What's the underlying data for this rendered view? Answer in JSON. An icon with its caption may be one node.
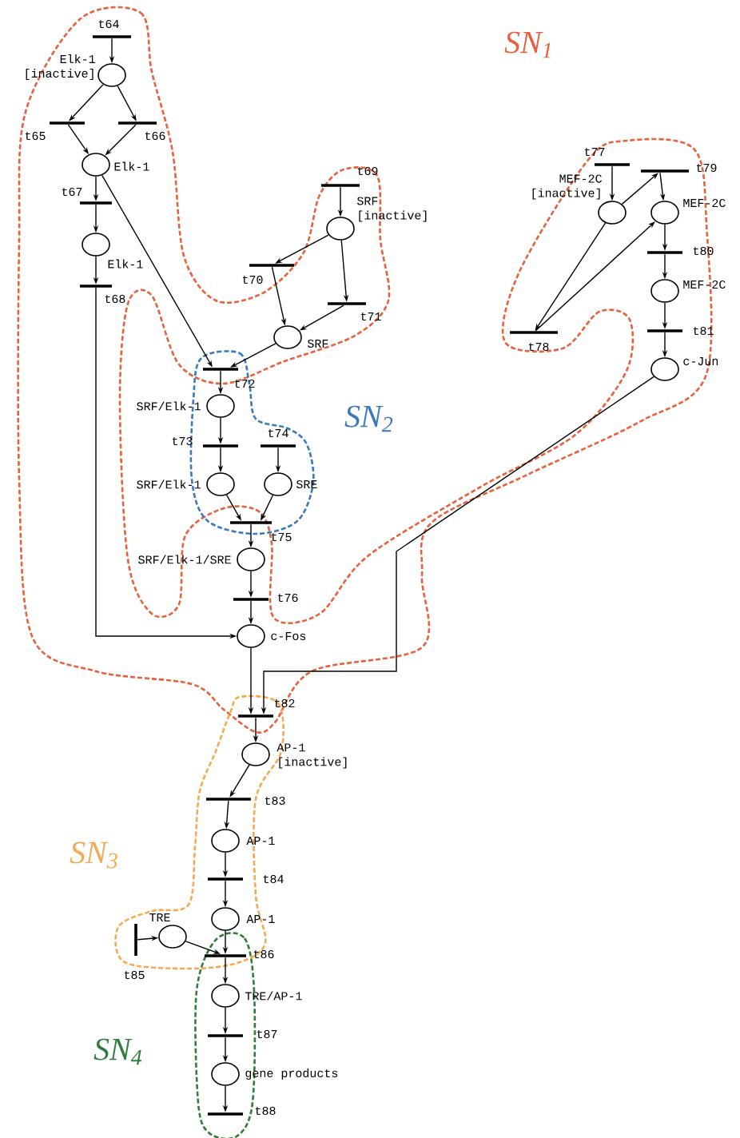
{
  "diagram": {
    "nodes": [
      {
        "text": [],
        "shape": "bar",
        "beside": [
          "t64"
        ]
      },
      {
        "text": [],
        "shape": "circle",
        "beside": [
          "Elk-1 [inactive]"
        ]
      },
      {
        "text": [],
        "shape": "bar",
        "beside": [
          "t65"
        ]
      },
      {
        "text": [],
        "shape": "bar",
        "beside": [
          "t66"
        ]
      },
      {
        "text": [],
        "shape": "circle",
        "beside": [
          "Elk-1"
        ]
      },
      {
        "text": [],
        "shape": "bar",
        "beside": [
          "t67"
        ]
      },
      {
        "text": [],
        "shape": "circle",
        "beside": [
          "Elk-1"
        ]
      },
      {
        "text": [],
        "shape": "bar",
        "beside": [
          "t68"
        ]
      },
      {
        "text": [],
        "shape": "bar",
        "beside": [
          "t69"
        ]
      },
      {
        "text": [],
        "shape": "circle",
        "beside": [
          "SRF [inactive]"
        ]
      },
      {
        "text": [],
        "shape": "bar",
        "beside": [
          "t70"
        ]
      },
      {
        "text": [],
        "shape": "bar",
        "beside": [
          "t71"
        ]
      },
      {
        "text": [],
        "shape": "circle",
        "beside": [
          "SRF"
        ]
      },
      {
        "text": [],
        "shape": "bar",
        "beside": [
          "t72"
        ]
      },
      {
        "text": [],
        "shape": "circle",
        "beside": [
          "SRF/Elk-1"
        ]
      },
      {
        "text": [],
        "shape": "bar",
        "beside": [
          "t73"
        ]
      },
      {
        "text": [],
        "shape": "bar",
        "beside": [
          "t74"
        ]
      },
      {
        "text": [],
        "shape": "circle",
        "beside": [
          "SRF/Elk-1"
        ]
      },
      {
        "text": [],
        "shape": "circle",
        "beside": [
          "SRE"
        ]
      },
      {
        "text": [],
        "shape": "bar",
        "beside": [
          "t75"
        ]
      },
      {
        "text": [],
        "shape": "circle",
        "beside": [
          "SRF/Elk-1/SRE"
        ]
      },
      {
        "text": [],
        "shape": "bar",
        "beside": [
          "t76"
        ]
      },
      {
        "text": [],
        "shape": "circle",
        "beside": [
          "c-Fos"
        ]
      },
      {
        "text": [],
        "shape": "bar",
        "beside": [
          "t77"
        ]
      },
      {
        "text": [],
        "shape": "circle",
        "beside": [
          "MEF-2C [inactive]"
        ]
      },
      {
        "text": [],
        "shape": "bar",
        "beside": [
          "t79"
        ]
      },
      {
        "text": [],
        "shape": "circle",
        "beside": [
          "MEF-2C"
        ]
      },
      {
        "text": [],
        "shape": "bar",
        "beside": [
          "t80"
        ]
      },
      {
        "text": [],
        "shape": "circle",
        "beside": [
          "MEF-2C"
        ]
      },
      {
        "text": [],
        "shape": "bar",
        "beside": [
          "t78"
        ]
      },
      {
        "text": [],
        "shape": "bar",
        "beside": [
          "t81"
        ]
      },
      {
        "text": [],
        "shape": "circle",
        "beside": [
          "c-Jun"
        ]
      },
      {
        "text": [],
        "shape": "bar",
        "beside": [
          "t82"
        ]
      },
      {
        "text": [],
        "shape": "circle",
        "beside": [
          "AP-1 [inactive]"
        ]
      },
      {
        "text": [],
        "shape": "bar",
        "beside": [
          "t83"
        ]
      },
      {
        "text": [],
        "shape": "circle",
        "beside": [
          "AP-1"
        ]
      },
      {
        "text": [],
        "shape": "bar",
        "beside": [
          "t84"
        ]
      },
      {
        "text": [],
        "shape": "circle",
        "beside": [
          "AP-1"
        ]
      },
      {
        "text": [],
        "shape": "bar",
        "beside": [
          "t85"
        ]
      },
      {
        "text": [],
        "shape": "circle",
        "beside": [
          "TRE"
        ]
      },
      {
        "text": [],
        "shape": "bar",
        "beside": [
          "t86"
        ]
      },
      {
        "text": [],
        "shape": "circle",
        "beside": [
          "TRE/AP-1"
        ]
      },
      {
        "text": [],
        "shape": "bar",
        "beside": [
          "t87"
        ]
      },
      {
        "text": [],
        "shape": "circle",
        "beside": [
          "gene products"
        ]
      },
      {
        "text": [],
        "shape": "bar",
        "beside": [
          "t88"
        ]
      }
    ],
    "edges": [
      {
        "from": 0,
        "to": 1,
        "arrow": "to"
      },
      {
        "from": 1,
        "to": 2,
        "arrow": "to"
      },
      {
        "from": 1,
        "to": 3,
        "arrow": "to"
      },
      {
        "from": 2,
        "to": 4,
        "arrow": "to"
      },
      {
        "from": 3,
        "to": 4,
        "arrow": "to"
      },
      {
        "from": 4,
        "to": 5,
        "arrow": "to"
      },
      {
        "from": 5,
        "to": 6,
        "arrow": "to"
      },
      {
        "from": 6,
        "to": 7,
        "arrow": "to"
      },
      {
        "from": 7,
        "to": 22,
        "arrow": "to"
      },
      {
        "from": 4,
        "to": 13,
        "arrow": "to"
      },
      {
        "from": 8,
        "to": 9,
        "arrow": "to"
      },
      {
        "from": 9,
        "to": 10,
        "arrow": "to"
      },
      {
        "from": 9,
        "to": 11,
        "arrow": "to"
      },
      {
        "from": 10,
        "to": 12,
        "arrow": "to"
      },
      {
        "from": 11,
        "to": 12,
        "arrow": "to"
      },
      {
        "from": 12,
        "to": 13,
        "arrow": "to"
      },
      {
        "from": 13,
        "to": 14,
        "arrow": "to"
      },
      {
        "from": 14,
        "to": 15,
        "arrow": "to"
      },
      {
        "from": 15,
        "to": 17,
        "arrow": "to"
      },
      {
        "from": 16,
        "to": 18,
        "arrow": "to"
      },
      {
        "from": 17,
        "to": 19,
        "arrow": "to"
      },
      {
        "from": 18,
        "to": 19,
        "arrow": "to"
      },
      {
        "from": 19,
        "to": 20,
        "arrow": "to"
      },
      {
        "from": 20,
        "to": 21,
        "arrow": "to"
      },
      {
        "from": 21,
        "to": 22,
        "arrow": "to"
      },
      {
        "from": 22,
        "to": 32,
        "arrow": "to"
      },
      {
        "from": 23,
        "to": 24,
        "arrow": "to"
      },
      {
        "from": 24,
        "to": 25,
        "arrow": "to"
      },
      {
        "from": 25,
        "to": 26,
        "arrow": "to"
      },
      {
        "from": 24,
        "to": 29,
        "arrow": "to"
      },
      {
        "from": 29,
        "to": 26,
        "arrow": "to"
      },
      {
        "from": 26,
        "to": 27,
        "arrow": "to"
      },
      {
        "from": 27,
        "to": 28,
        "arrow": "to"
      },
      {
        "from": 28,
        "to": 30,
        "arrow": "to"
      },
      {
        "from": 30,
        "to": 31,
        "arrow": "to"
      },
      {
        "from": 31,
        "to": 32,
        "arrow": "to"
      },
      {
        "from": 32,
        "to": 33,
        "arrow": "to"
      },
      {
        "from": 33,
        "to": 34,
        "arrow": "to"
      },
      {
        "from": 34,
        "to": 35,
        "arrow": "to"
      },
      {
        "from": 35,
        "to": 36,
        "arrow": "to"
      },
      {
        "from": 36,
        "to": 37,
        "arrow": "to"
      },
      {
        "from": 38,
        "to": 39,
        "arrow": "to"
      },
      {
        "from": 37,
        "to": 40,
        "arrow": "to"
      },
      {
        "from": 39,
        "to": 40,
        "arrow": "to"
      },
      {
        "from": 40,
        "to": 41,
        "arrow": "to"
      },
      {
        "from": 41,
        "to": 42,
        "arrow": "to"
      },
      {
        "from": 42,
        "to": 43,
        "arrow": "to"
      },
      {
        "from": 43,
        "to": 44,
        "arrow": "to"
      }
    ],
    "labels": [
      "SN$_{1}$",
      "SN$_{2}$",
      "SN$_{3}$",
      "SN$_{4}$"
    ]
  }
}
